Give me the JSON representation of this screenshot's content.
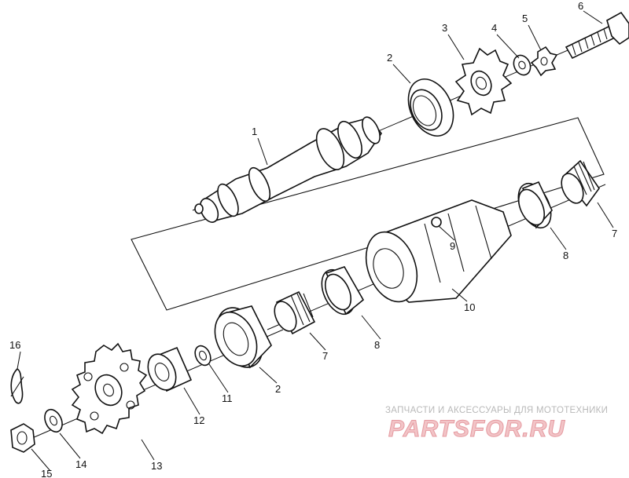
{
  "callouts": {
    "c1": "1",
    "c2a": "2",
    "c2b": "2",
    "c3": "3",
    "c4": "4",
    "c5": "5",
    "c6": "6",
    "c7a": "7",
    "c7b": "7",
    "c8a": "8",
    "c8b": "8",
    "c9": "9",
    "c10": "10",
    "c11": "11",
    "c12": "12",
    "c13": "13",
    "c14": "14",
    "c15": "15",
    "c16": "16"
  },
  "watermark": {
    "line1": "ЗАПЧАСТИ И АКСЕССУАРЫ ДЛЯ МОТОТЕХНИКИ",
    "logo": "PARTSFOR.RU"
  },
  "colors": {
    "ink": "#111111",
    "watermark_text": "#b9b9b9",
    "logo_fill": "#f2c4c7"
  }
}
